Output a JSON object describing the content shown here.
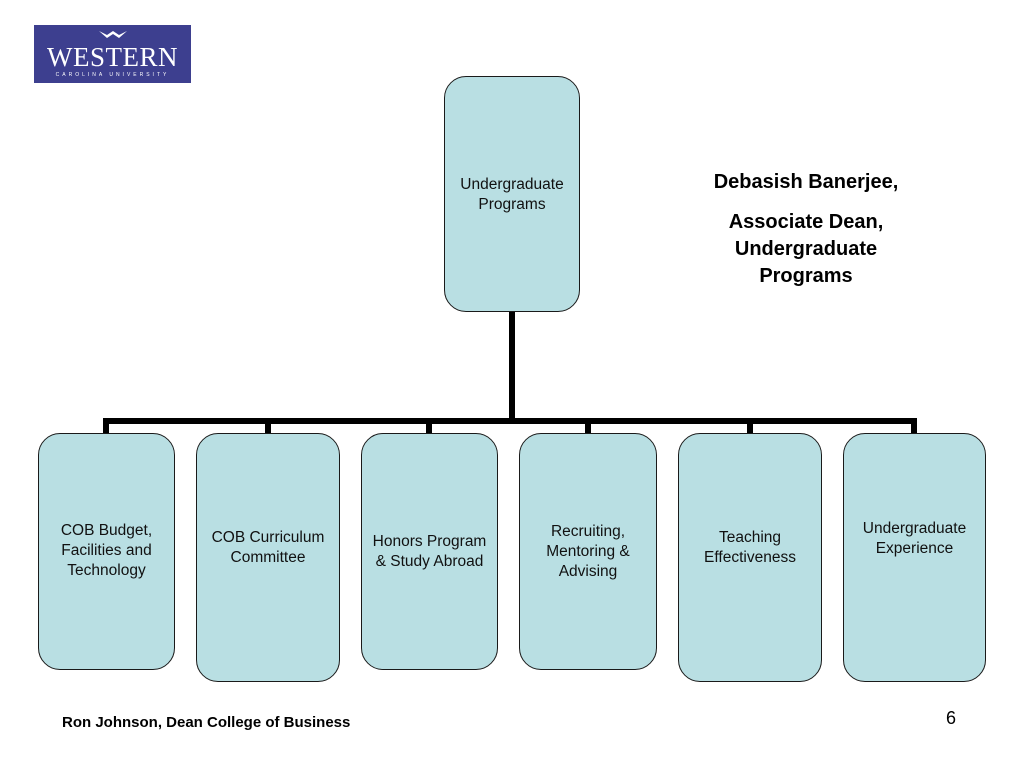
{
  "logo": {
    "name": "WESTERN",
    "subtitle": "CAROLINA UNIVERSITY"
  },
  "root": {
    "label": "Undergraduate Programs"
  },
  "children": [
    {
      "label": "COB Budget, Facilities and Technology"
    },
    {
      "label": "COB Curriculum Committee"
    },
    {
      "label": "Honors Program & Study Abroad"
    },
    {
      "label": "Recruiting, Mentoring & Advising"
    },
    {
      "label": "Teaching Effectiveness"
    },
    {
      "label": "Undergraduate Experience"
    }
  ],
  "caption": {
    "name": "Debasish Banerjee,",
    "title": "Associate Dean, Undergraduate Programs"
  },
  "footer": {
    "text": "Ron Johnson, Dean College of Business"
  },
  "page_number": "6",
  "colors": {
    "node_fill": "#b9dfe3",
    "logo_bg": "#3d3f8f",
    "connector": "#000000"
  }
}
